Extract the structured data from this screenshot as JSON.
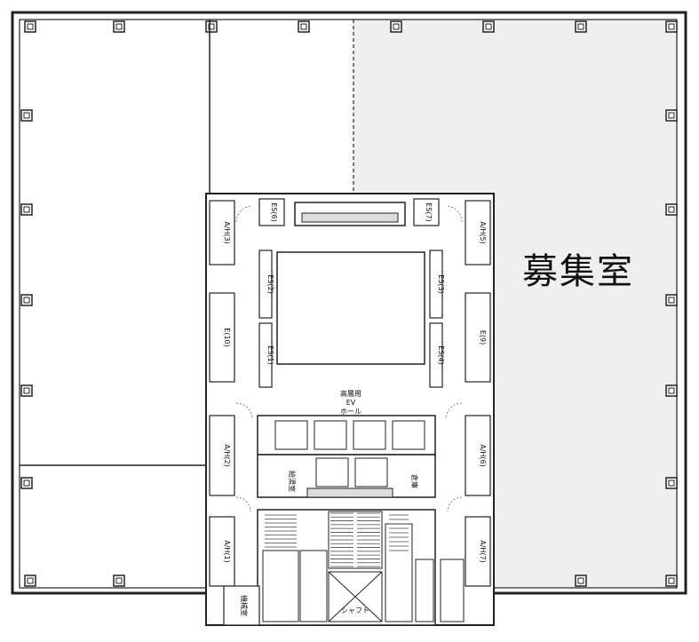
{
  "floor_plan": {
    "available_room_label": "募集室",
    "available_fill": "#efefef",
    "core": {
      "ev_hall": [
        "高層用",
        "EV",
        "ホール"
      ],
      "shafts": [
        "A/H(3)",
        "A/H(2)",
        "A/H(1)",
        "A/H(5)",
        "A/H(6)",
        "A/H(7)",
        "ES(2)",
        "ES(1)",
        "ES(3)",
        "ES(4)",
        "ES(6)",
        "ES(7)"
      ],
      "elevators": [
        "E(10)",
        "E(9)"
      ],
      "rooms": [
        "給湯室",
        "倉庫",
        "シャフト",
        "機械室"
      ]
    }
  }
}
